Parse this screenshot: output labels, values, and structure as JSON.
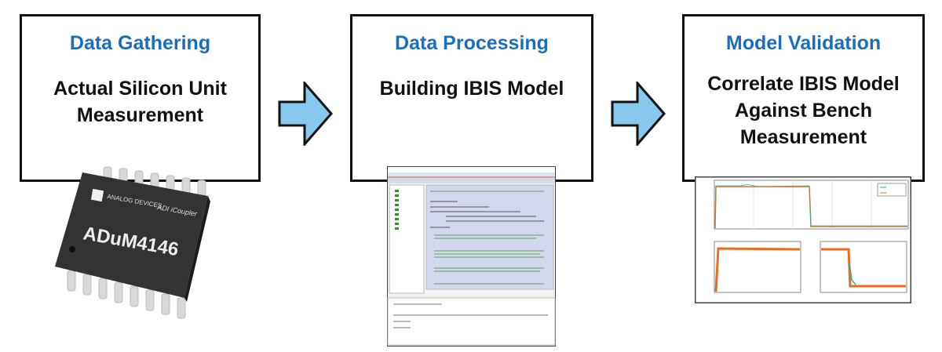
{
  "steps": [
    {
      "title": "Data Gathering",
      "lines": [
        "Actual Silicon Unit",
        "Measurement"
      ]
    },
    {
      "title": "Data Processing",
      "lines": [
        "Building IBIS Model"
      ]
    },
    {
      "title": "Model Validation",
      "lines": [
        "Correlate IBIS Model",
        "Against Bench",
        "Measurement"
      ]
    }
  ],
  "chip": {
    "part_number": "ADuM4146",
    "logo_text": "ANALOG DEVICES",
    "brand": "ADI iCoupler"
  },
  "colors": {
    "title": "#1a6dbf",
    "arrow_fill": "#86c8ee",
    "trace_bench": "#2bb39a",
    "trace_ibis": "#ee6a1e"
  }
}
